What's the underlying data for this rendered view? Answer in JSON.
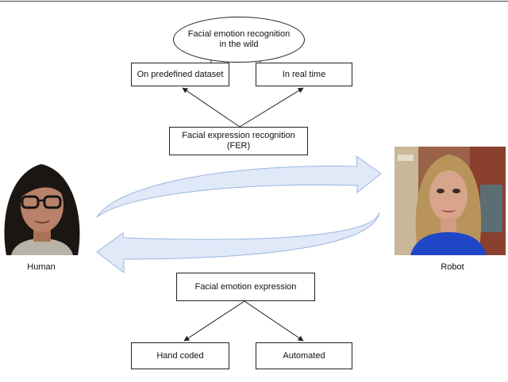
{
  "diagram": {
    "top": {
      "ellipse_line1": "Facial emotion recognition",
      "ellipse_line2": "in the wild",
      "left_box": "On predefined dataset",
      "right_box": "In real time",
      "fer_line1": "Facial expression recognition",
      "fer_line2": "(FER)"
    },
    "middle": {
      "human_label": "Human",
      "robot_label": "Robot"
    },
    "bottom": {
      "expression_box": "Facial emotion expression",
      "left_box": "Hand coded",
      "right_box": "Automated"
    },
    "colors": {
      "arrow_fill": "#dfe9f8",
      "arrow_stroke": "#9bb6df",
      "line": "#222222"
    }
  }
}
